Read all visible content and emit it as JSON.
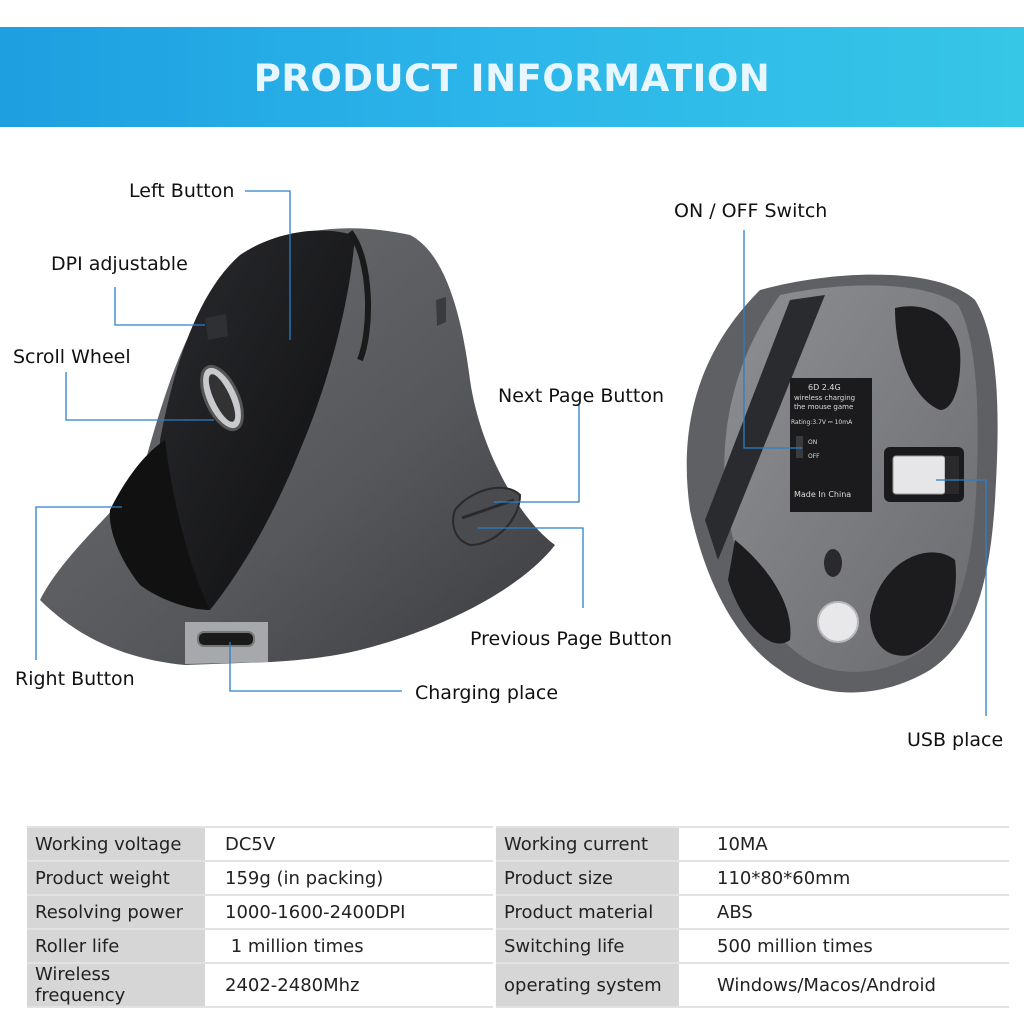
{
  "banner": {
    "title": "PRODUCT INFORMATION"
  },
  "callouts": {
    "left_button": "Left Button",
    "dpi_adjustable": "DPI adjustable",
    "scroll_wheel": "Scroll Wheel",
    "next_page_button": "Next Page Button",
    "previous_page_button": "Previous Page Button",
    "right_button": "Right Button",
    "charging_place": "Charging place",
    "on_off_switch": "ON / OFF Switch",
    "usb_place": "USB place"
  },
  "bottom_label": {
    "line1": "6D 2.4G",
    "line2": "wireless charging",
    "line3": "the mouse game",
    "rating": "Rating:3.7V ⎓ 10mA",
    "on": "ON",
    "off": "OFF",
    "made_in": "Made In China"
  },
  "specs": {
    "rows": [
      {
        "k1": "Working voltage",
        "v1": "DC5V",
        "k2": "Working current",
        "v2": "10MA"
      },
      {
        "k1": "Product weight",
        "v1": "159g (in packing)",
        "k2": "Product size",
        "v2": "110*80*60mm"
      },
      {
        "k1": "Resolving power",
        "v1": "1000-1600-2400DPI",
        "k2": "Product material",
        "v2": "ABS"
      },
      {
        "k1": "Roller life",
        "v1": " 1 million times",
        "k2": "Switching life",
        "v2": "500 million times"
      },
      {
        "k1": "Wireless frequency",
        "v1": "2402-2480Mhz",
        "k2": "operating system",
        "v2": "Windows/Macos/Android"
      }
    ]
  },
  "colors": {
    "banner_start": "#1e9fe0",
    "banner_end": "#36c6e6",
    "callout_line": "#2a7fc9",
    "key_cell": "#d6d6d6"
  }
}
